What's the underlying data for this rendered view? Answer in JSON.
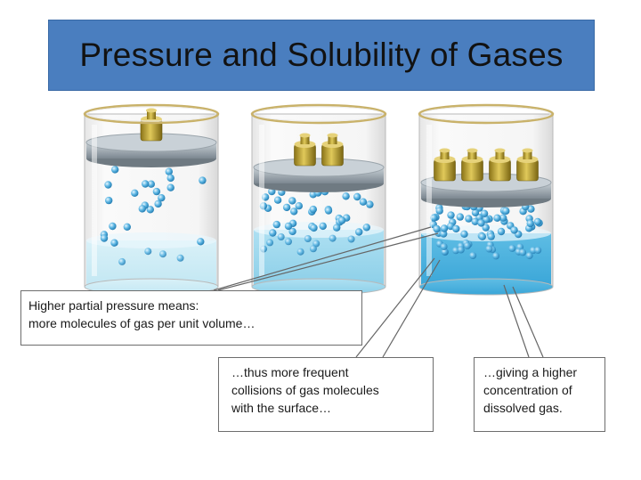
{
  "title": "Pressure and Solubility of Gases",
  "beakers": [
    {
      "weights": 1,
      "pressure_level": "low"
    },
    {
      "weights": 2,
      "pressure_level": "medium"
    },
    {
      "weights": 4,
      "pressure_level": "high"
    }
  ],
  "callouts": [
    {
      "lines": [
        "Higher partial pressure means:",
        "more molecules of gas per unit volume…"
      ]
    },
    {
      "lines": [
        "…thus more frequent",
        "collisions of gas molecules",
        "with the surface…"
      ]
    },
    {
      "lines": [
        "…giving a higher",
        "concentration of",
        "dissolved gas."
      ]
    }
  ],
  "colors": {
    "title_bar": "#4a7ebf",
    "gas_molecule": "#3c9bd0",
    "liquid": "#bfe6f3",
    "weight": "#b49a2a",
    "piston": "#8e9aa3"
  }
}
